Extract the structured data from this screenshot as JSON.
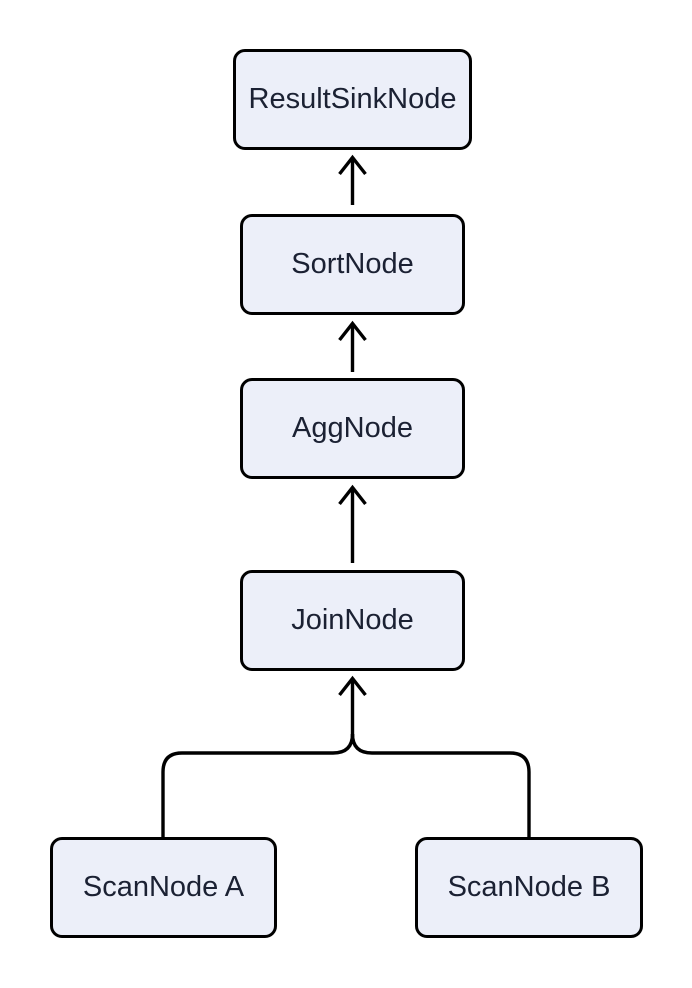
{
  "diagram": {
    "type": "flowchart",
    "direction": "bottom-to-top",
    "nodes": [
      {
        "id": "result-sink",
        "label": "ResultSinkNode"
      },
      {
        "id": "sort",
        "label": "SortNode"
      },
      {
        "id": "agg",
        "label": "AggNode"
      },
      {
        "id": "join",
        "label": "JoinNode"
      },
      {
        "id": "scan-a",
        "label": "ScanNode A"
      },
      {
        "id": "scan-b",
        "label": "ScanNode B"
      }
    ],
    "edges": [
      {
        "from": "SortNode",
        "to": "ResultSinkNode",
        "arrow": "up"
      },
      {
        "from": "AggNode",
        "to": "SortNode",
        "arrow": "up"
      },
      {
        "from": "JoinNode",
        "to": "AggNode",
        "arrow": "up"
      },
      {
        "from": "ScanNode A",
        "to": "JoinNode",
        "arrow": "up-merge"
      },
      {
        "from": "ScanNode B",
        "to": "JoinNode",
        "arrow": "up-merge"
      }
    ],
    "colors": {
      "background": "#FFFFFF",
      "node_fill": "#ECEFF9",
      "node_border": "#000000",
      "edge_stroke": "#000000",
      "text": "#1B2133"
    }
  }
}
